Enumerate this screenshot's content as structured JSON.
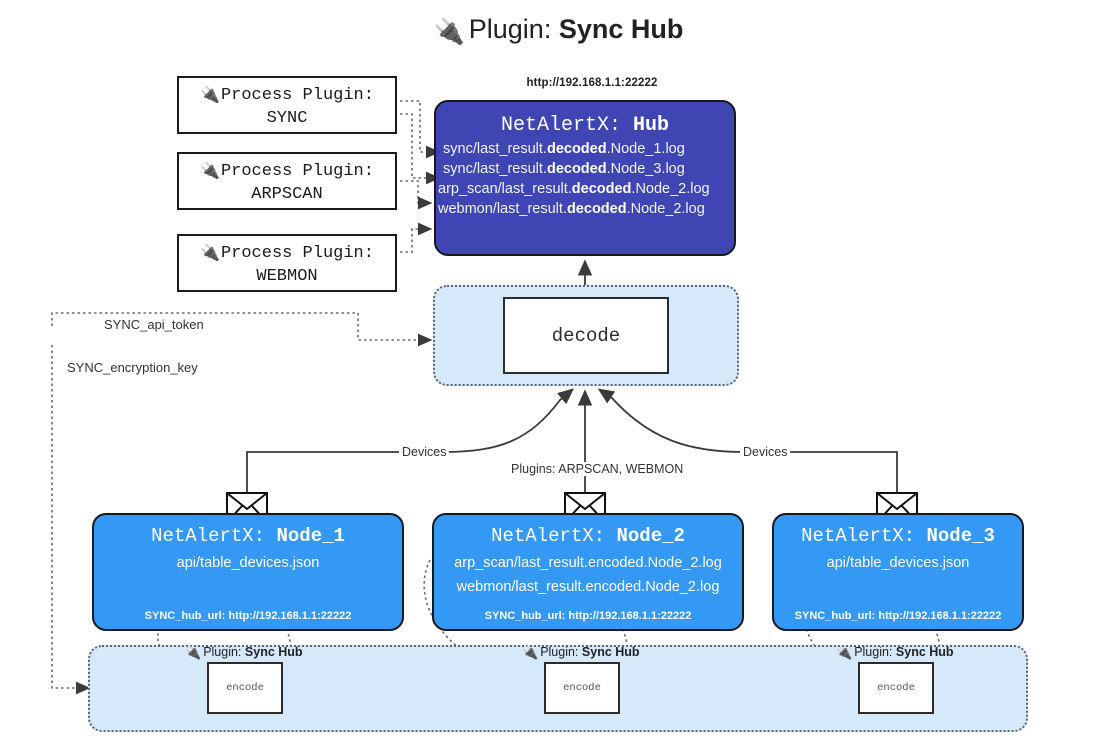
{
  "title": {
    "icon": "plug-icon",
    "prefix": "Plugin:",
    "name": "Sync Hub"
  },
  "process_plugins": [
    {
      "label": "Process Plugin:",
      "name": "SYNC",
      "icon": "plug-icon"
    },
    {
      "label": "Process Plugin:",
      "name": "ARPSCAN",
      "icon": "plug-icon"
    },
    {
      "label": "Process Plugin:",
      "name": "WEBMON",
      "icon": "plug-icon"
    }
  ],
  "hub": {
    "url": "http://192.168.1.1:22222",
    "title_prefix": "NetAlertX:",
    "title_name": "Hub",
    "logs": [
      {
        "pre": "sync/last_result.",
        "em": "decoded",
        "post": ".Node_1.log"
      },
      {
        "pre": "sync/last_result.",
        "em": "decoded",
        "post": ".Node_3.log"
      },
      {
        "pre": "arp_scan/last_result.",
        "em": "decoded",
        "post": ".Node_2.log"
      },
      {
        "pre": "webmon/last_result.",
        "em": "decoded",
        "post": ".Node_2.log"
      }
    ]
  },
  "decode": {
    "label": "decode"
  },
  "keys": {
    "api_token": "SYNC_api_token",
    "encryption_key": "SYNC_encryption_key"
  },
  "edges": {
    "devices_left": "Devices",
    "devices_right": "Devices",
    "plugins_center": "Plugins: ARPSCAN, WEBMON"
  },
  "nodes": [
    {
      "title_prefix": "NetAlertX:",
      "title_name": "Node_1",
      "lines": [
        "api/table_devices.json"
      ],
      "hub_url_key": "SYNC_hub_url:",
      "hub_url": "http://192.168.1.1:22222",
      "icon": "envelope-icon"
    },
    {
      "title_prefix": "NetAlertX:",
      "title_name": "Node_2",
      "lines": [
        "arp_scan/last_result.encoded.Node_2.log",
        "webmon/last_result.encoded.Node_2.log"
      ],
      "hub_url_key": "SYNC_hub_url:",
      "hub_url": "http://192.168.1.1:22222",
      "icon": "envelope-icon"
    },
    {
      "title_prefix": "NetAlertX:",
      "title_name": "Node_3",
      "lines": [
        "api/table_devices.json"
      ],
      "hub_url_key": "SYNC_hub_url:",
      "hub_url": "http://192.168.1.1:22222",
      "icon": "envelope-icon"
    }
  ],
  "encoders": [
    {
      "plugin_prefix": "Plugin:",
      "plugin_name": "Sync Hub",
      "label": "encode",
      "icon": "plug-icon"
    },
    {
      "plugin_prefix": "Plugin:",
      "plugin_name": "Sync Hub",
      "label": "encode",
      "icon": "plug-icon"
    },
    {
      "plugin_prefix": "Plugin:",
      "plugin_name": "Sync Hub",
      "label": "encode",
      "icon": "plug-icon"
    }
  ],
  "colors": {
    "hub": "#3f46b4",
    "node": "#3399f5",
    "container": "#d6e9fa",
    "stroke": "#16171f"
  }
}
